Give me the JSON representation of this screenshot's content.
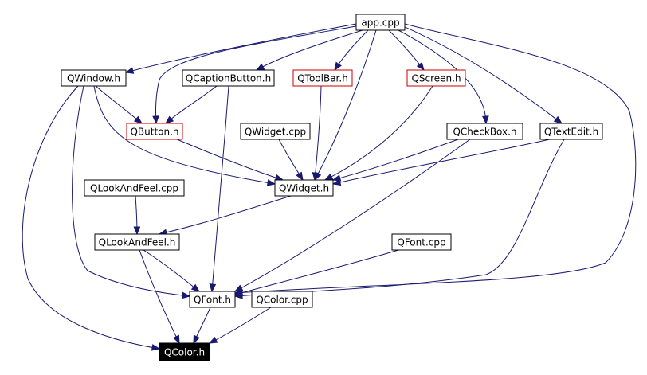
{
  "diagram": {
    "nodes": [
      {
        "id": "app_cpp",
        "label": "app.cpp",
        "style": "normal"
      },
      {
        "id": "qwindow_h",
        "label": "QWindow.h",
        "style": "normal"
      },
      {
        "id": "qcaptionbutton_h",
        "label": "QCaptionButton.h",
        "style": "normal"
      },
      {
        "id": "qtoolbar_h",
        "label": "QToolBar.h",
        "style": "red"
      },
      {
        "id": "qscreen_h",
        "label": "QScreen.h",
        "style": "red"
      },
      {
        "id": "qbutton_h",
        "label": "QButton.h",
        "style": "red"
      },
      {
        "id": "qwidget_cpp",
        "label": "QWidget.cpp",
        "style": "normal"
      },
      {
        "id": "qcheckbox_h",
        "label": "QCheckBox.h",
        "style": "normal"
      },
      {
        "id": "qtextedit_h",
        "label": "QTextEdit.h",
        "style": "normal"
      },
      {
        "id": "qlookandfeel_cpp",
        "label": "QLookAndFeel.cpp",
        "style": "normal"
      },
      {
        "id": "qwidget_h",
        "label": "QWidget.h",
        "style": "normal"
      },
      {
        "id": "qlookandfeel_h",
        "label": "QLookAndFeel.h",
        "style": "normal"
      },
      {
        "id": "qfont_cpp",
        "label": "QFont.cpp",
        "style": "normal"
      },
      {
        "id": "qfont_h",
        "label": "QFont.h",
        "style": "normal"
      },
      {
        "id": "qcolor_cpp",
        "label": "QColor.cpp",
        "style": "normal"
      },
      {
        "id": "qcolor_h",
        "label": "QColor.h",
        "style": "dark"
      }
    ],
    "edges": [
      {
        "from": "app_cpp",
        "to": "qwindow_h"
      },
      {
        "from": "app_cpp",
        "to": "qcaptionbutton_h"
      },
      {
        "from": "app_cpp",
        "to": "qtoolbar_h"
      },
      {
        "from": "app_cpp",
        "to": "qscreen_h"
      },
      {
        "from": "app_cpp",
        "to": "qbutton_h"
      },
      {
        "from": "app_cpp",
        "to": "qwidget_h"
      },
      {
        "from": "app_cpp",
        "to": "qcheckbox_h"
      },
      {
        "from": "app_cpp",
        "to": "qtextedit_h"
      },
      {
        "from": "app_cpp",
        "to": "qfont_h"
      },
      {
        "from": "qwindow_h",
        "to": "qbutton_h"
      },
      {
        "from": "qwindow_h",
        "to": "qwidget_h"
      },
      {
        "from": "qwindow_h",
        "to": "qfont_h"
      },
      {
        "from": "qwindow_h",
        "to": "qcolor_h"
      },
      {
        "from": "qcaptionbutton_h",
        "to": "qbutton_h"
      },
      {
        "from": "qcaptionbutton_h",
        "to": "qfont_h"
      },
      {
        "from": "qtoolbar_h",
        "to": "qwidget_h"
      },
      {
        "from": "qscreen_h",
        "to": "qwidget_h"
      },
      {
        "from": "qbutton_h",
        "to": "qwidget_h"
      },
      {
        "from": "qwidget_cpp",
        "to": "qwidget_h"
      },
      {
        "from": "qcheckbox_h",
        "to": "qwidget_h"
      },
      {
        "from": "qcheckbox_h",
        "to": "qfont_h"
      },
      {
        "from": "qtextedit_h",
        "to": "qwidget_h"
      },
      {
        "from": "qtextedit_h",
        "to": "qfont_h"
      },
      {
        "from": "qlookandfeel_cpp",
        "to": "qlookandfeel_h"
      },
      {
        "from": "qwidget_h",
        "to": "qlookandfeel_h"
      },
      {
        "from": "qlookandfeel_h",
        "to": "qfont_h"
      },
      {
        "from": "qlookandfeel_h",
        "to": "qcolor_h"
      },
      {
        "from": "qfont_cpp",
        "to": "qfont_h"
      },
      {
        "from": "qfont_h",
        "to": "qcolor_h"
      },
      {
        "from": "qcolor_cpp",
        "to": "qcolor_h"
      }
    ],
    "colors": {
      "edge": "#191970",
      "normal_border": "#000000",
      "red_border": "#cc0000",
      "dark_fill": "#000000",
      "dark_text": "#ffffff"
    }
  }
}
